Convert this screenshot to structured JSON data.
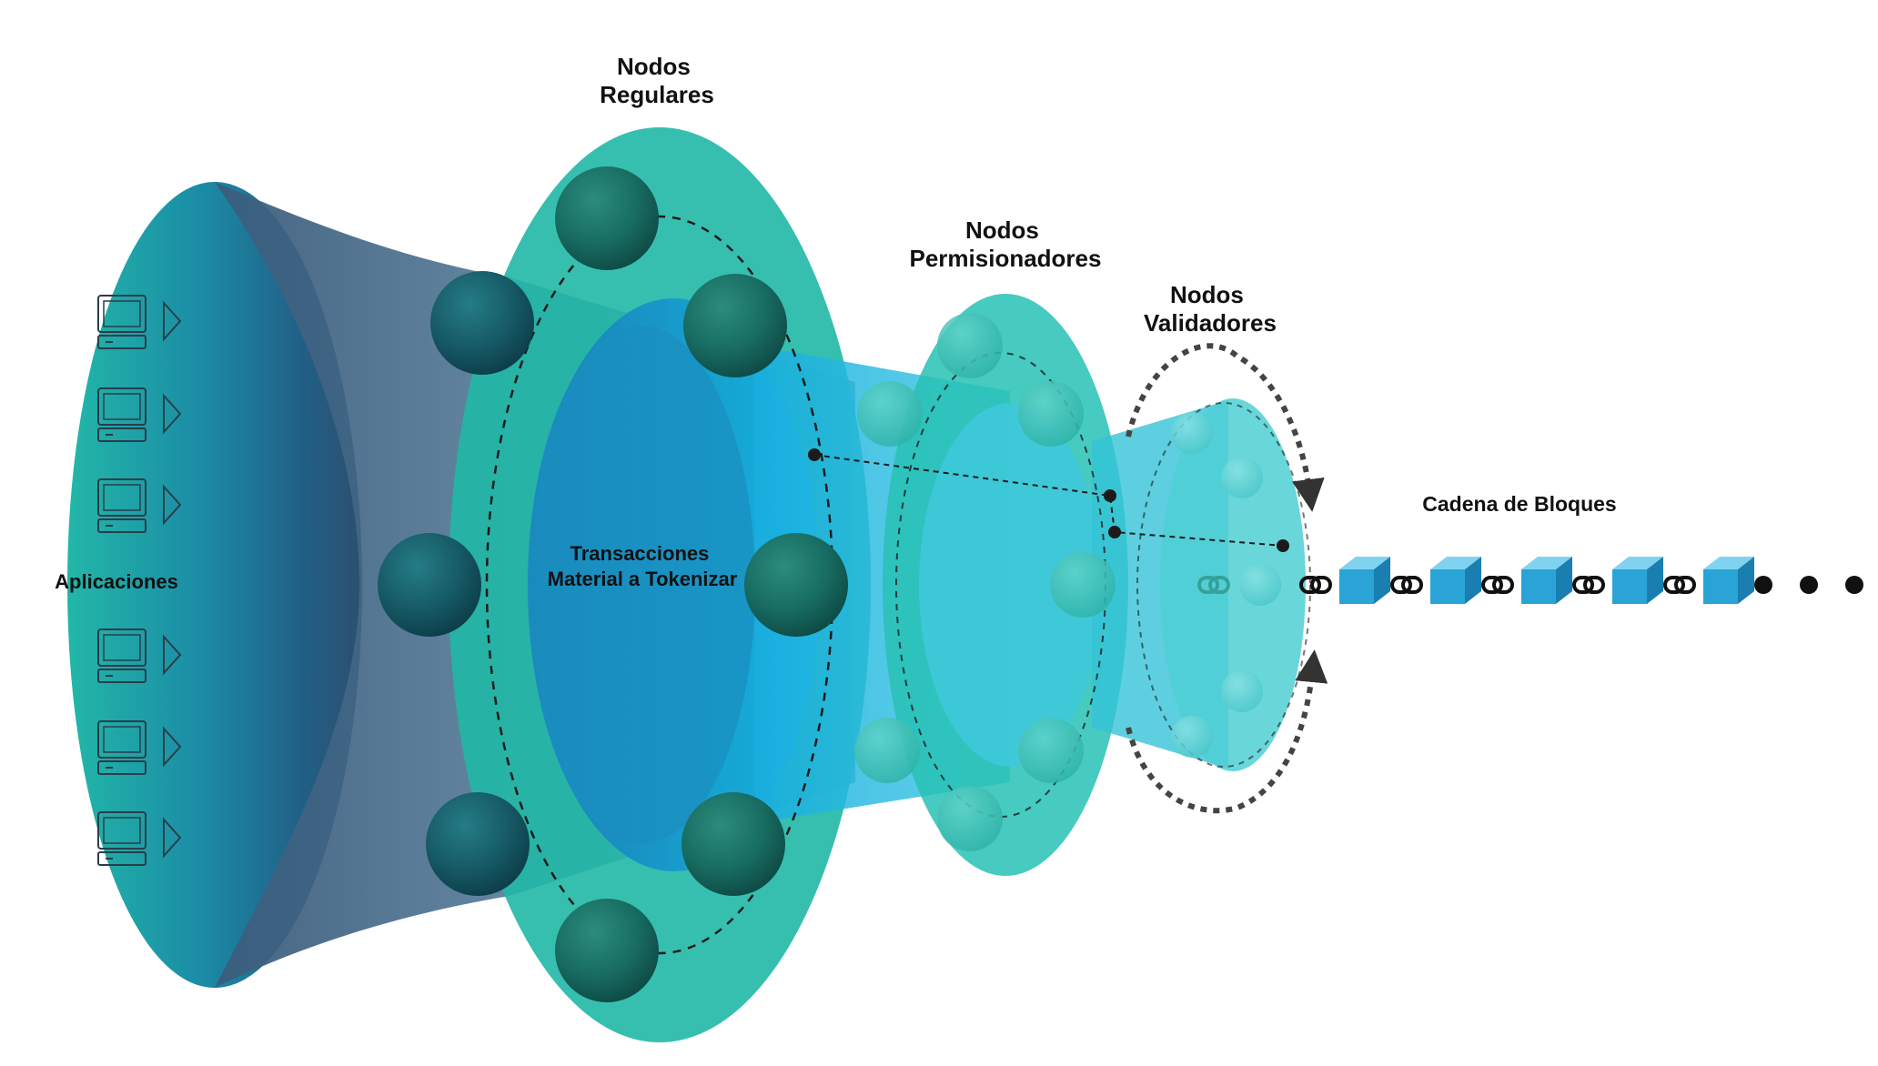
{
  "labels": {
    "regular_nodes": [
      "Nodos",
      "Regulares"
    ],
    "permission_nodes": [
      "Nodos",
      "Permisionadores"
    ],
    "validator_nodes": [
      "Nodos",
      "Validadores"
    ],
    "transactions": [
      "Transacciones",
      "Material a Tokenizar"
    ],
    "applications": "Aplicaciones",
    "blockchain": "Cadena de Bloques"
  },
  "applications": {
    "device_count": 6,
    "device_icon": "computer-icon",
    "arrow_icon": "play-arrow-icon"
  },
  "blockchain": {
    "block_count": 5,
    "block_icon": "cube-block-icon",
    "link_icon": "chain-link-icon",
    "continuation_dots": 3
  },
  "colors": {
    "funnel_teal": "#21b5a6",
    "funnel_blue": "#1f6f96",
    "ring_regular": "#20b8a6",
    "ring_permission": "#27c1b4",
    "ring_validator": "#4fcfd3",
    "inner_blue": "#19a6d6",
    "node_sphere": "#17685f",
    "block_cube": "#2aa3d6",
    "text": "#111111"
  }
}
